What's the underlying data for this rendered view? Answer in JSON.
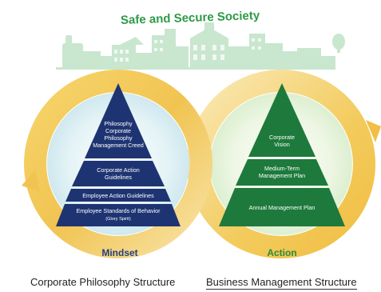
{
  "banner": {
    "title": "Safe and Secure Society"
  },
  "left_structure": {
    "pyramid": {
      "tiers": [
        {
          "lines": [
            "Philosophy",
            "Corporate",
            "Philosophy",
            "Management Creed"
          ]
        },
        {
          "lines": [
            "Corporate Action",
            "Guidelines"
          ]
        },
        {
          "lines": [
            "Employee Action Guidelines"
          ]
        },
        {
          "lines": [
            "Employee Standards of Behavior"
          ],
          "sub": "(Glory Spirit)"
        }
      ]
    },
    "ring_label": "Mindset",
    "caption": "Corporate Philosophy Structure"
  },
  "right_structure": {
    "pyramid": {
      "tiers": [
        {
          "lines": [
            "Corporate",
            "Vision"
          ]
        },
        {
          "lines": [
            "Medium-Term",
            "Management Plan"
          ]
        },
        {
          "lines": [
            "Annual Management Plan"
          ]
        }
      ]
    },
    "ring_label": "Action",
    "caption": "Business Management Structure"
  },
  "colors": {
    "title_green": "#2e9a46",
    "city_green": "#c9e6cf",
    "ring_gold": "#f1c452",
    "ring_light": "#f8e7b0",
    "left_inner": "#dceff4",
    "right_inner": "#e6f3dc",
    "navy": "#1e3472",
    "green": "#1d7a3c",
    "label_navy": "#243f7f",
    "label_green": "#2a8a3c"
  }
}
